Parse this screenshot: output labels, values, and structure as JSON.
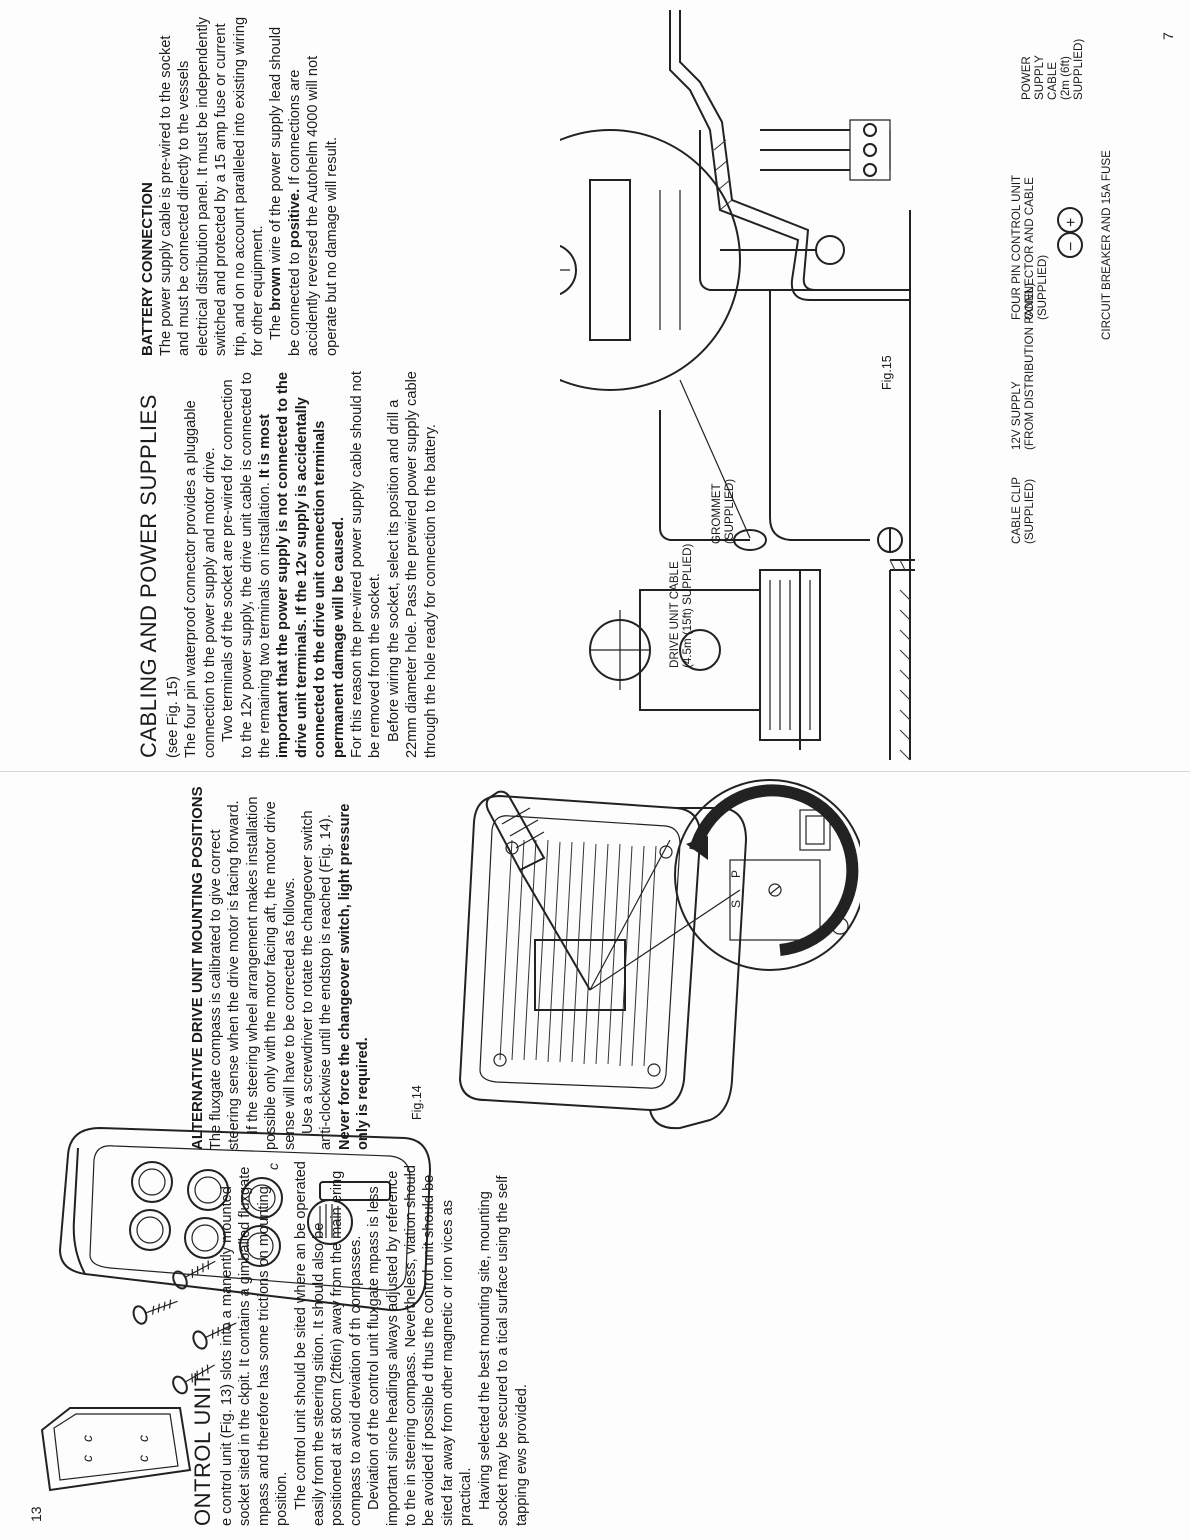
{
  "left_page": {
    "page_number": "13",
    "control_unit": {
      "heading": "ONTROL UNIT",
      "paragraphs": [
        "e control unit (Fig. 13) slots into a manently mounted socket sited in the ckpit. It contains a gimballed fluxgate mpass and therefore has some trictions on mounting position.",
        "The control unit should be sited where an be operated easily from the steering sition. It should also be positioned at st 80cm (2ft6in) away from the main ering compass to avoid deviation of th compasses.",
        "Deviation of the control unit fluxgate mpass is less important since headings always adjusted by reference to the in steering compass. Nevertheless, viation should be avoided if possible d thus the control unit should be sited far away from other magnetic or iron vices as practical.",
        "Having selected the best mounting site, mounting socket may be secured to a tical surface using the self tapping ews provided."
      ]
    },
    "alternative": {
      "heading": "ALTERNATIVE DRIVE UNIT MOUNTING POSITIONS",
      "p1": "The fluxgate compass is calibrated to give correct steering sense when the drive motor is facing forward.",
      "p2": "If the steering wheel arrangement makes installation possible only with the motor facing aft, the motor drive sense will have to be corrected as follows.",
      "p3_normal": "Use a screwdriver to rotate the changeover switch anti-clockwise until the endstop is reached (Fig. 14).",
      "p3_bold": "Never force the changeover switch, light pressure only is required."
    },
    "fig14_caption": "Fig.14",
    "switch_marks": {
      "s": "S",
      "p": "P"
    }
  },
  "right_page": {
    "page_number": "7",
    "cabling": {
      "heading": "CABLING AND POWER SUPPLIES",
      "see": "(see Fig. 15)",
      "p1": "The four pin waterproof connector provides a pluggable connection to the power supply and motor drive.",
      "p2_normal": "Two terminals of the socket are pre-wired for connection to the 12v power supply, the drive unit cable is connected to the remaining two terminals on installation.",
      "p2_bold": "It is most important that the power supply is not connected to the drive unit terminals. If the 12v supply is accidentally connected to the drive unit connection terminals permanent damage will be caused.",
      "p3": "For this reason the pre-wired power supply cable should not be removed from the socket.",
      "p4": "Before wiring the socket, select its position and drill a 22mm diameter hole. Pass the prewired power supply cable through the hole ready for connection to the battery."
    },
    "battery": {
      "heading": "BATTERY CONNECTION",
      "p1": "The power supply cable is pre-wired to the socket and must be connected directly to the vessels electrical distribution panel. It must be independently switched and protected by a 15 amp fuse or current trip, and on no account paralleled into existing wiring for other equipment.",
      "p2_a": "The",
      "p2_brown": "brown",
      "p2_b": "wire of the power supply lead should be connected to",
      "p2_positive": "positive.",
      "p2_c": "If connections are accidently reversed the Autohelm 4000 will not operate but no damage will result."
    },
    "fig15": {
      "caption": "Fig.15",
      "drive_cable": [
        "DRIVE UNIT CABLE",
        "(4.5m (15ft) SUPPLIED)"
      ],
      "grommet": [
        "GROMMET",
        "(SUPPLIED)"
      ],
      "cable_clip": [
        "CABLE CLIP",
        "(SUPPLIED)"
      ],
      "supply": [
        "12V SUPPLY",
        "(FROM DISTRIBUTION PANEL)"
      ],
      "four_pin": [
        "FOUR PIN CONTROL UNIT",
        "CONNECTOR AND CABLE",
        "(SUPPLIED)"
      ],
      "power_cable": [
        "POWER",
        "SUPPLY",
        "CABLE",
        "(2m (6ft)",
        "SUPPLIED)"
      ],
      "breaker": "CIRCUIT BREAKER AND 15A FUSE",
      "minus": "−",
      "plus": "+"
    }
  },
  "colors": {
    "ink": "#1b1b1b",
    "paper": "#fdfdfd"
  }
}
